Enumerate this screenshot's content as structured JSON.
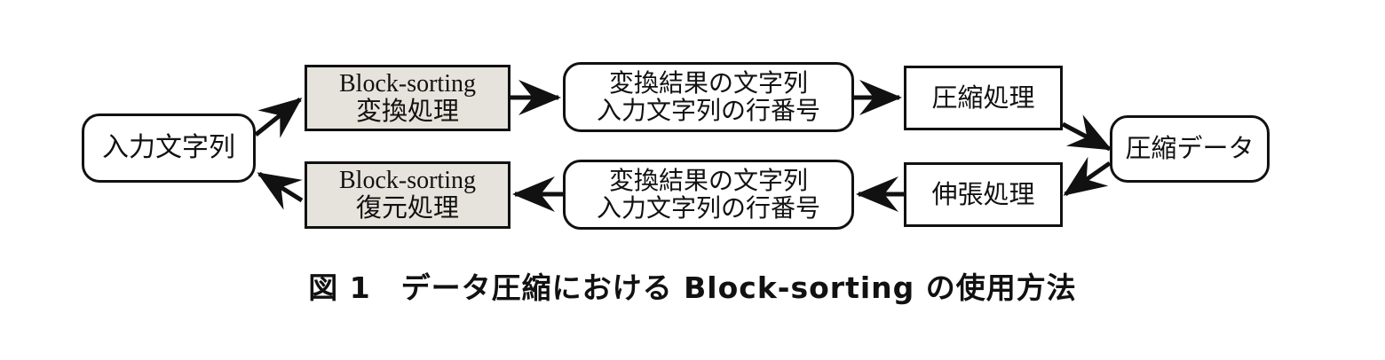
{
  "figure": {
    "caption": "図 1　データ圧縮における Block-sorting の使用方法",
    "background_color": "#ffffff",
    "stroke_color": "#111111",
    "shaded_fill": "#e6e3dc"
  },
  "nodes": {
    "input_string": {
      "label": "入力文字列",
      "shape": "rounded-rect",
      "fill": "#ffffff"
    },
    "block_sorting_forward": {
      "line1": "Block-sorting",
      "line2": "変換処理",
      "shape": "rect",
      "fill": "#e6e3dc"
    },
    "block_sorting_reverse": {
      "line1": "Block-sorting",
      "line2": "復元処理",
      "shape": "rect",
      "fill": "#e6e3dc"
    },
    "transform_result_top": {
      "line1": "変換結果の文字列",
      "line2": "入力文字列の行番号",
      "shape": "rounded-rect",
      "fill": "#ffffff"
    },
    "transform_result_bottom": {
      "line1": "変換結果の文字列",
      "line2": "入力文字列の行番号",
      "shape": "rounded-rect",
      "fill": "#ffffff"
    },
    "compress_process": {
      "label": "圧縮処理",
      "shape": "rect",
      "fill": "#ffffff"
    },
    "expand_process": {
      "label": "伸張処理",
      "shape": "rect",
      "fill": "#ffffff"
    },
    "compressed_data": {
      "label": "圧縮データ",
      "shape": "rounded-rect",
      "fill": "#ffffff"
    }
  },
  "edges": [
    {
      "name": "input-to-block-sorting-forward",
      "direction": "diagonal-up-right",
      "arrowhead": "end"
    },
    {
      "name": "block-sorting-forward-to-transform-result-top",
      "direction": "right",
      "arrowhead": "end"
    },
    {
      "name": "transform-result-top-to-compress",
      "direction": "right",
      "arrowhead": "end"
    },
    {
      "name": "compress-to-compressed-data",
      "direction": "diagonal-down-right",
      "arrowhead": "end"
    },
    {
      "name": "compressed-data-to-expand",
      "direction": "diagonal-down-left",
      "arrowhead": "end"
    },
    {
      "name": "expand-to-transform-result-bottom",
      "direction": "left",
      "arrowhead": "end"
    },
    {
      "name": "transform-result-bottom-to-block-sorting-reverse",
      "direction": "left",
      "arrowhead": "end"
    },
    {
      "name": "block-sorting-reverse-to-input",
      "direction": "diagonal-up-left",
      "arrowhead": "end"
    }
  ]
}
